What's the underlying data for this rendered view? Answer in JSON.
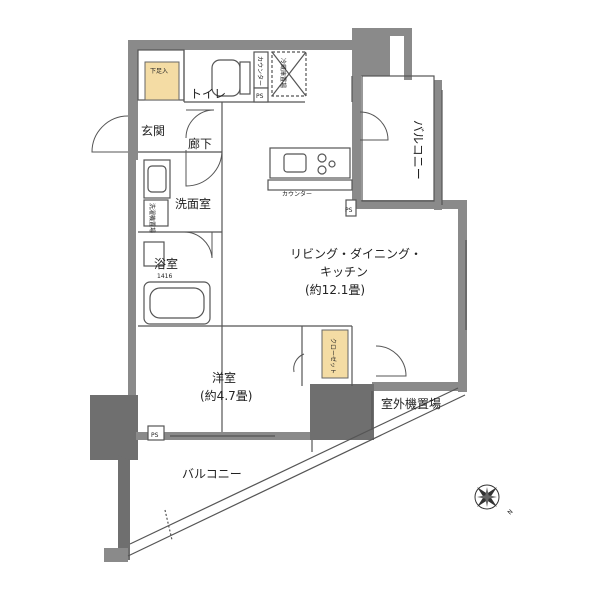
{
  "rooms": {
    "genkan": "玄関",
    "shitagoba": "下足入",
    "toilet": "トイレ",
    "rouka": "廊下",
    "senmen": "洗面室",
    "sentakuki": "洗濯機置場",
    "yokushitsu": "浴室",
    "yokushitsu_size": "1416",
    "ldk_line1": "リビング・ダイニング・",
    "ldk_line2": "キッチン",
    "ldk_area": "(約12.1畳)",
    "yoshitsu": "洋室",
    "yoshitsu_area": "(約4.7畳)",
    "closet": "クローゼット",
    "balcony_right": "バルコニー",
    "balcony_bottom": "バルコニー",
    "outdoor_unit": "室外機置場",
    "counter_kitchen": "カウンター",
    "counter_toilet": "カウンター",
    "fridge": "冷蔵庫置場",
    "ps": "PS"
  },
  "compass": {
    "label": "N",
    "icon": "compass-rose-icon"
  },
  "colors": {
    "wall": "#8a8a8a",
    "accent": "#f4dca4"
  }
}
